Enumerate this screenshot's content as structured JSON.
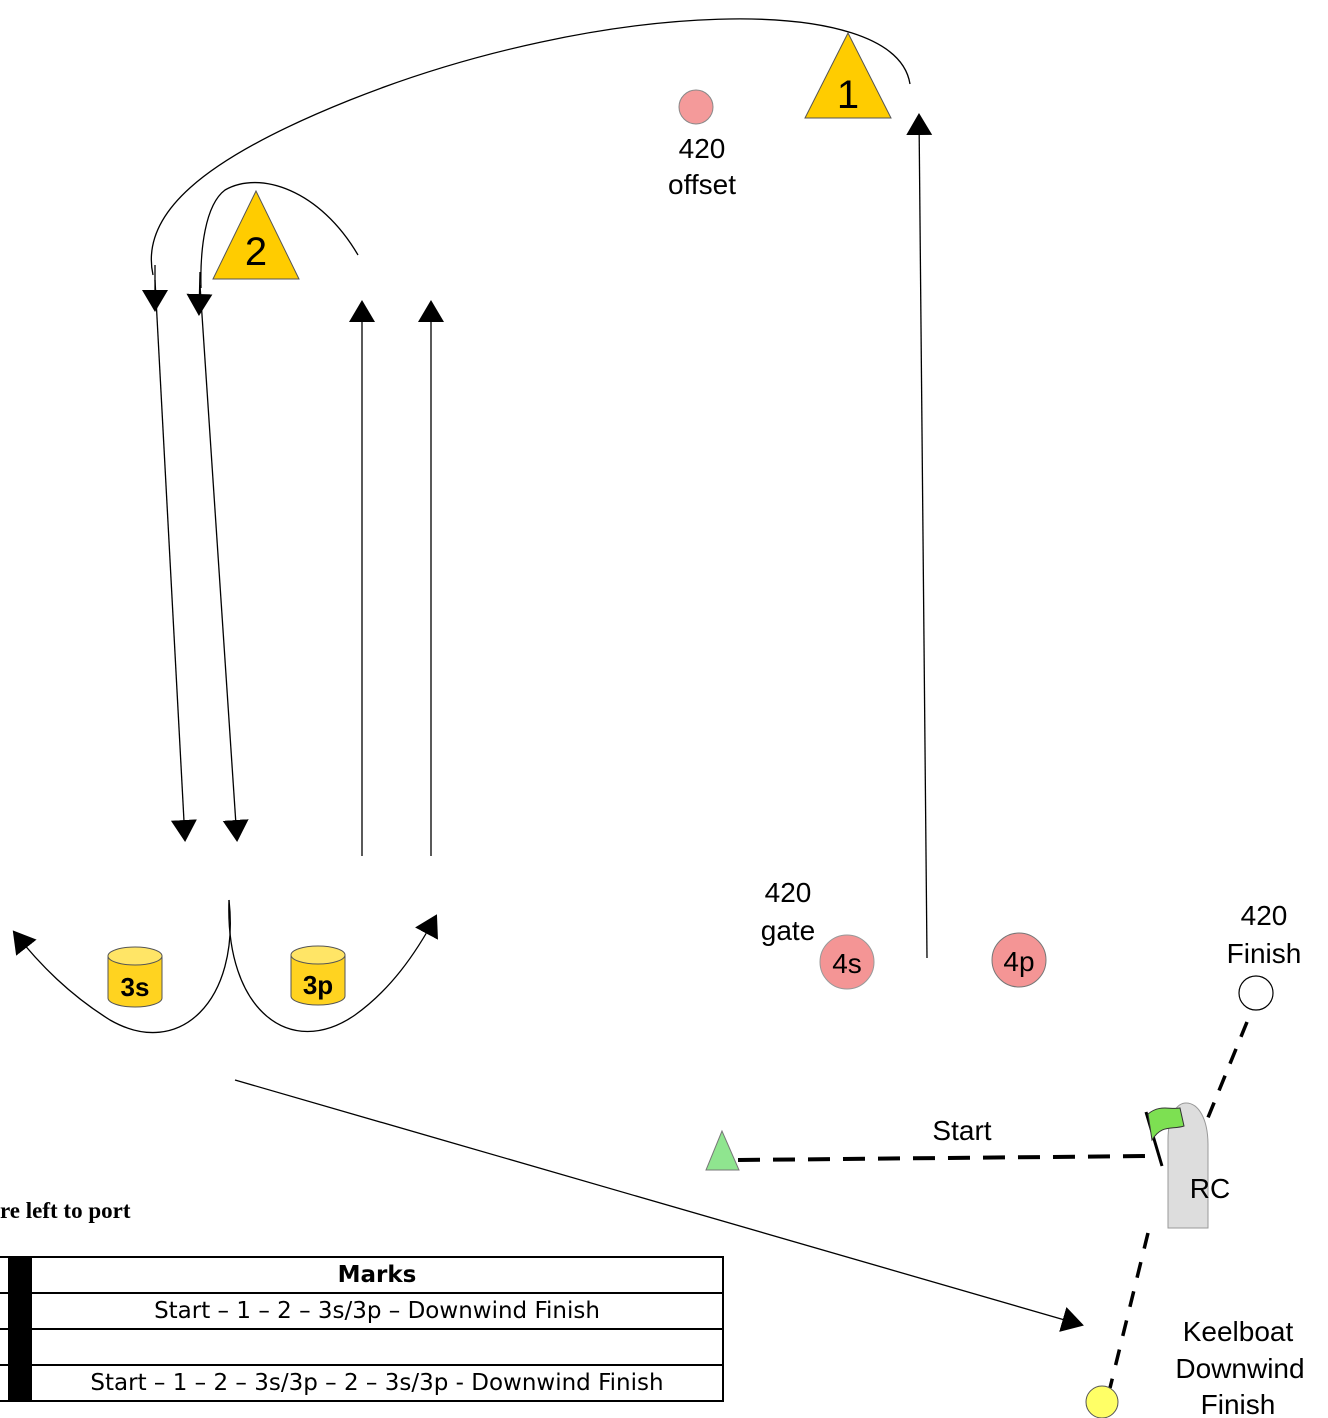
{
  "marks": {
    "mark1": "1",
    "mark2": "2",
    "mark3s": "3s",
    "mark3p": "3p",
    "mark4s": "4s",
    "mark4p": "4p"
  },
  "labels": {
    "offset_line1": "420",
    "offset_line2": "offset",
    "gate_line1": "420",
    "gate_line2": "gate",
    "finish420_line1": "420",
    "finish420_line2": "Finish",
    "start": "Start",
    "rc": "RC",
    "keelboat_line1": "Keelboat",
    "keelboat_line2": "Downwind",
    "keelboat_line3": "Finish"
  },
  "note": "re left to port",
  "table": {
    "header": "Marks",
    "rows": [
      "Start – 1 – 2 – 3s/3p – Downwind Finish",
      "",
      "Start – 1 – 2 – 3s/3p – 2 – 3s/3p - Downwind Finish"
    ]
  },
  "colors": {
    "mark_yellow": "#FFCC00",
    "cylinder_yellow": "#FFD320",
    "offset_pink": "#F49A9A",
    "gate_pink": "#F49595",
    "pin_green": "#8FE58F",
    "flag_green": "#7DE052",
    "rc_boat_grey": "#DDDDDD",
    "keelboat_finish_yellow": "#FFFF66"
  }
}
